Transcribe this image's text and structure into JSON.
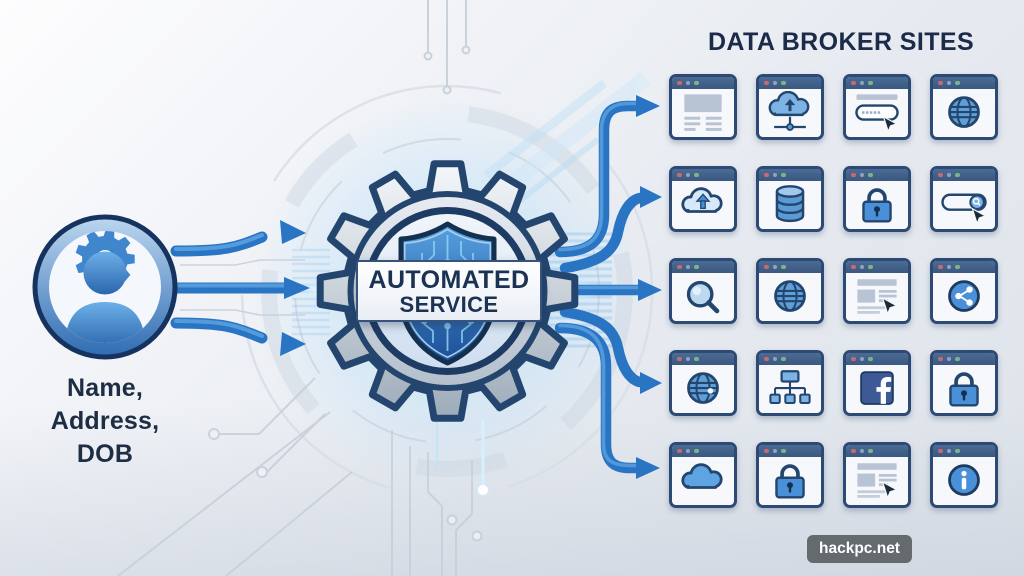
{
  "title": "DATA BROKER SITES",
  "person": {
    "icon": "user-gear-badge-icon",
    "label_lines": [
      "Name,",
      "Address,",
      "DOB"
    ]
  },
  "service": {
    "icon": "gear-shield-badge-icon",
    "line1": "AUTOMATED",
    "line2": "SERVICE"
  },
  "watermark": "hackpc.net",
  "colors": {
    "arrow_blue": "#2a74c4",
    "navy_outline": "#24466e",
    "title_text": "#1c2b4a",
    "label_text": "#1d2d44",
    "window_titlebar": "#42628c",
    "facebook_blue": "#3d5a96",
    "shield_blue": "#2f6db8",
    "background_light": "#eef1f5"
  },
  "grid": {
    "rows": [
      [
        "webpage-icon",
        "cloud-network-icon",
        "form-field-cursor-icon",
        "globe-icon"
      ],
      [
        "cloud-upload-icon",
        "database-icon",
        "lock-icon",
        "search-field-cursor-icon"
      ],
      [
        "magnifier-icon",
        "globe-icon",
        "webpage-cursor-icon",
        "share-icon"
      ],
      [
        "globe-dot-icon",
        "sitemap-icon",
        "facebook-icon",
        "lock-icon"
      ],
      [
        "cloud-icon",
        "lock-icon",
        "webpage-cursor-icon",
        "info-icon"
      ]
    ]
  }
}
